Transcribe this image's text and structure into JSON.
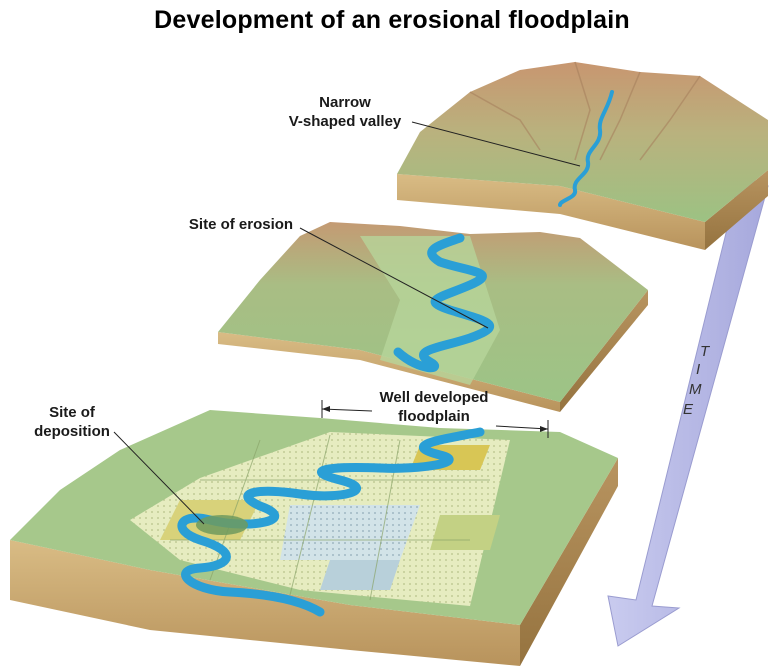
{
  "title": "Development of an erosional floodplain",
  "labels": {
    "narrow_valley": [
      "Narrow",
      "V-shaped valley"
    ],
    "site_of_erosion": "Site of erosion",
    "site_of_deposition": [
      "Site of",
      "deposition"
    ],
    "well_developed_floodplain": [
      "Well developed",
      "floodplain"
    ]
  },
  "time_arrow": {
    "letters": [
      "T",
      "I",
      "M",
      "E"
    ]
  },
  "colors": {
    "river": "#2a9fd6",
    "arrow_fill": "#b7b9e4",
    "soil": "#c8a870",
    "grass": "#9dbf82",
    "mountain": "#c99a72"
  }
}
